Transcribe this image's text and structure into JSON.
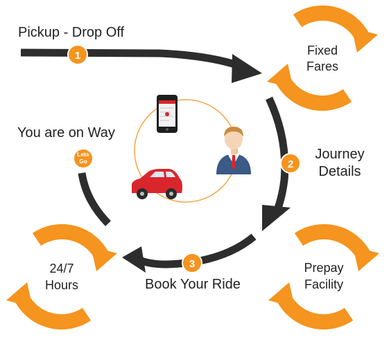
{
  "colors": {
    "arrow": "#2d2d2d",
    "accent": "#f5941e",
    "circle_line": "#f5a54a",
    "car": "#d9262c",
    "suit": "#3b5a86",
    "text": "#222222"
  },
  "steps": [
    {
      "number": "1",
      "label": "Pickup - Drop Off"
    },
    {
      "number": "2",
      "label_line1": "Journey",
      "label_line2": "Details"
    },
    {
      "number": "3",
      "label": "Book Your Ride"
    }
  ],
  "lets_go_badge": {
    "line1": "Lets",
    "line2": "Go"
  },
  "on_way_label": "You are on Way",
  "features": [
    {
      "line1": "Fixed",
      "line2": "Fares"
    },
    {
      "line1": "Prepay",
      "line2": "Facility"
    },
    {
      "line1": "24/7",
      "line2": "Hours"
    }
  ],
  "icons": [
    "smartphone-icon",
    "person-icon",
    "car-icon"
  ]
}
